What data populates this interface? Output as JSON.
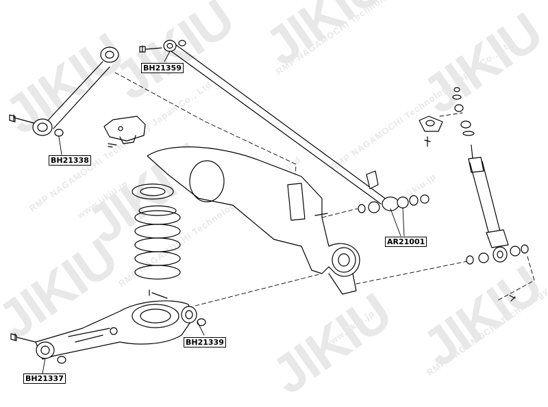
{
  "watermark": {
    "logo": "JIKIU",
    "company": "RMP NAGAMOCHI Technology Japan Co., Ltd",
    "url": "www.jikiu.jp"
  },
  "part_labels": [
    {
      "id": "bh21359",
      "code": "BH21359"
    },
    {
      "id": "bh21338",
      "code": "BH21338"
    },
    {
      "id": "ar21001",
      "code": "AR21001"
    },
    {
      "id": "bh21339",
      "code": "BH21339"
    },
    {
      "id": "bh21337",
      "code": "BH21337"
    }
  ],
  "colors": {
    "line": "#000000",
    "watermark": "#e8e8e8",
    "background": "#ffffff"
  }
}
